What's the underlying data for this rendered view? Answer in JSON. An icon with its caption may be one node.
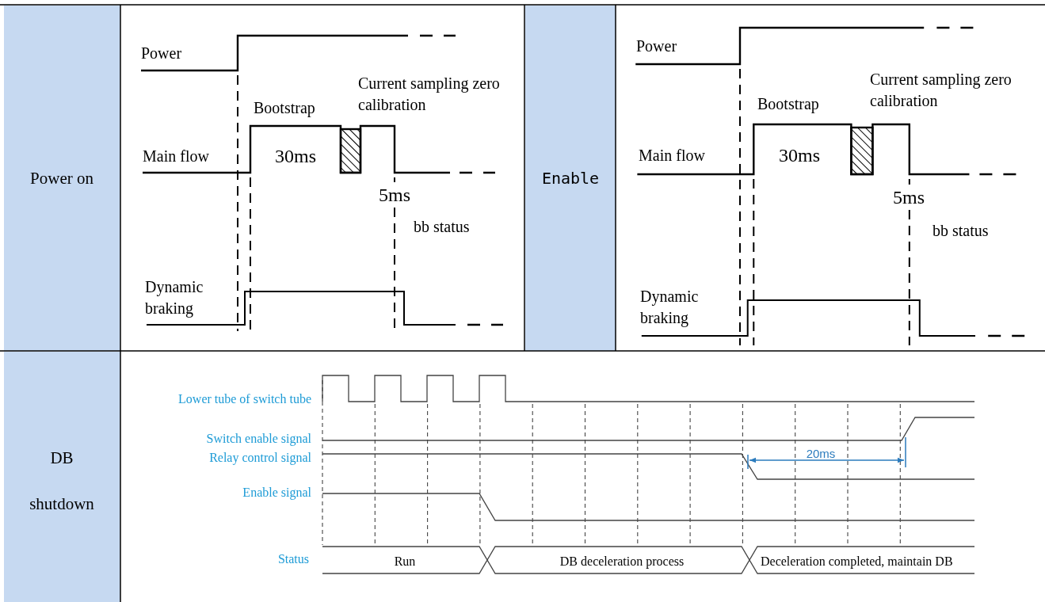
{
  "diagram": {
    "labels": [
      "Power on",
      "Power",
      "Current sampling zero calibration",
      "Bootstrap",
      "Main flow",
      "30ms",
      "5ms",
      "bb status",
      "Dynamic braking",
      "Enable",
      "Power",
      "Current sampling zero calibration",
      "Bootstrap",
      "Main flow",
      "30ms",
      "5ms",
      "bb status",
      "Dynamic braking",
      "DB shutdown",
      "Lower tube of switch tube",
      "Switch enable signal",
      "Relay control signal",
      "20ms",
      "Enable signal",
      "Status",
      "Run",
      "DB deceleration process",
      "Deceleration completed, maintain DB"
    ]
  }
}
